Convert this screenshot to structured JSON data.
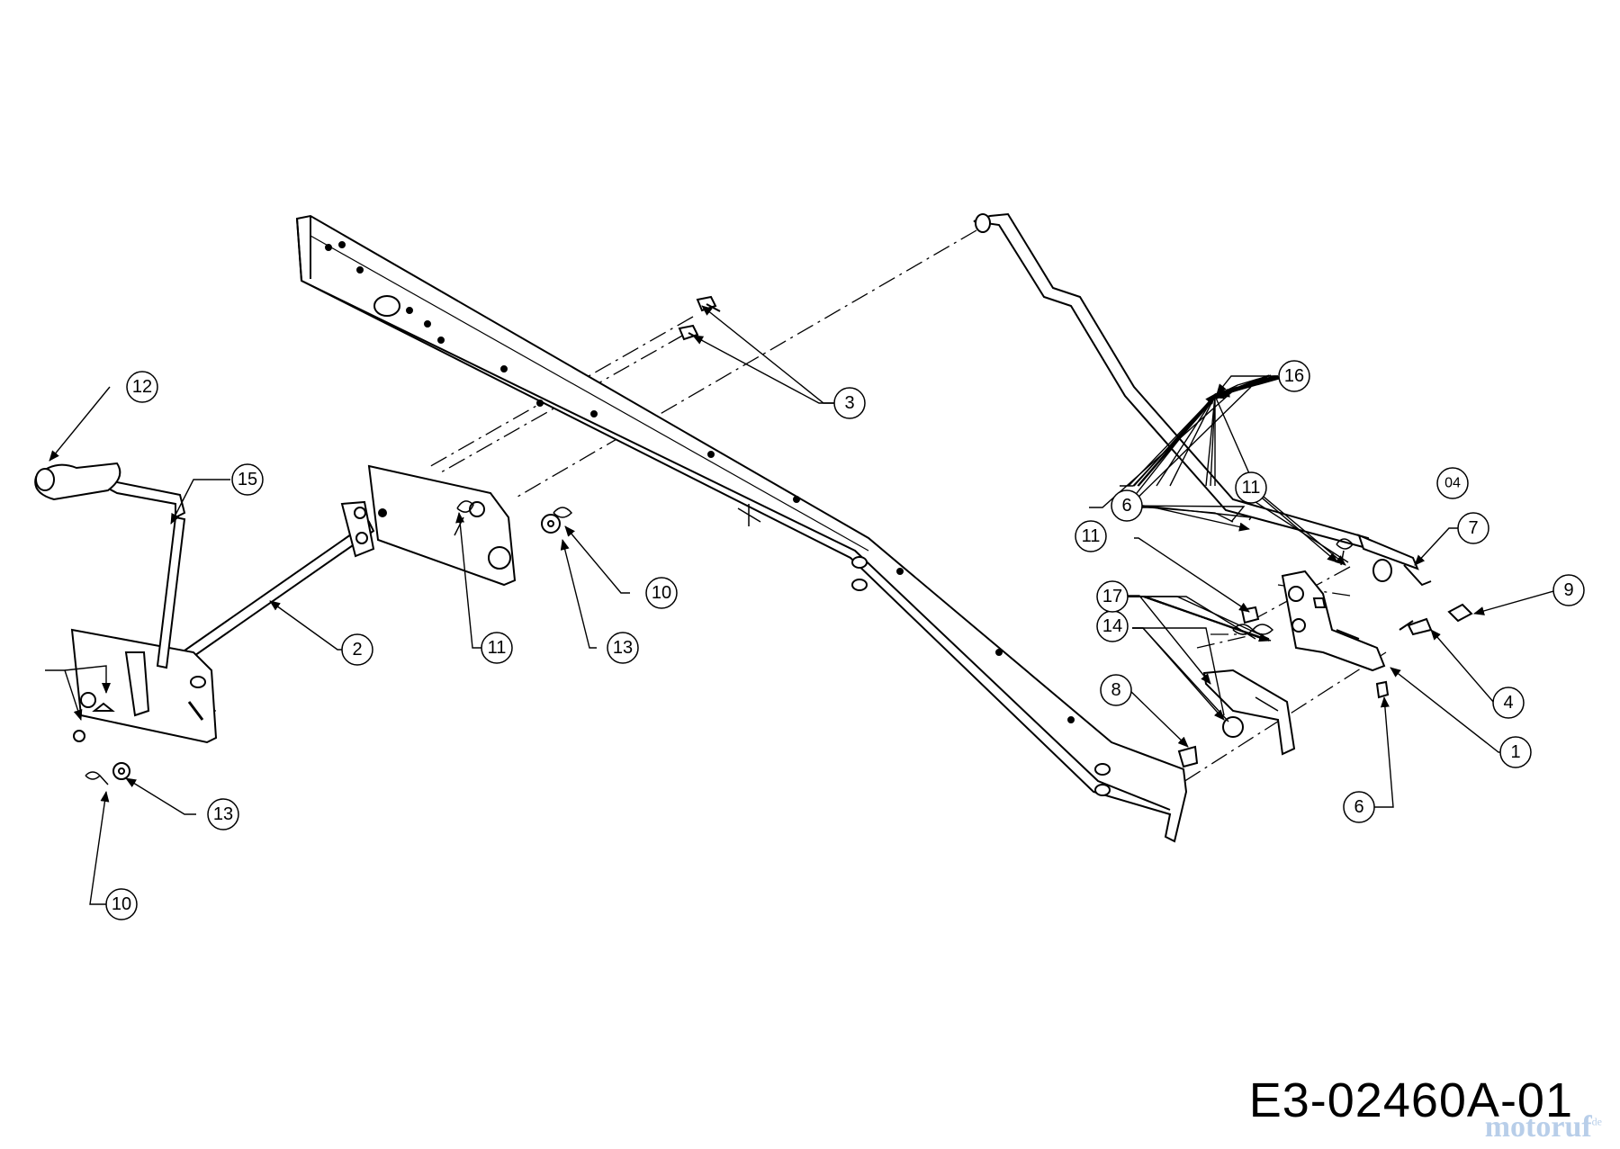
{
  "diagram": {
    "drawing_code": "E3-02460A-01",
    "watermark": "motoruf",
    "watermark_suffix": "de",
    "callouts": [
      {
        "id": "c1",
        "label": "1"
      },
      {
        "id": "c2",
        "label": "2"
      },
      {
        "id": "c3",
        "label": "3"
      },
      {
        "id": "c4",
        "label": "4"
      },
      {
        "id": "c6a",
        "label": "6"
      },
      {
        "id": "c6b",
        "label": "6"
      },
      {
        "id": "c7",
        "label": "7"
      },
      {
        "id": "c8",
        "label": "8"
      },
      {
        "id": "c9",
        "label": "9"
      },
      {
        "id": "c10a",
        "label": "10"
      },
      {
        "id": "c10b",
        "label": "10"
      },
      {
        "id": "c11a",
        "label": "11"
      },
      {
        "id": "c11b",
        "label": "11"
      },
      {
        "id": "c11c",
        "label": "11"
      },
      {
        "id": "c12",
        "label": "12"
      },
      {
        "id": "c13a",
        "label": "13"
      },
      {
        "id": "c13b",
        "label": "13"
      },
      {
        "id": "c14",
        "label": "14"
      },
      {
        "id": "c15",
        "label": "15"
      },
      {
        "id": "c16",
        "label": "16"
      },
      {
        "id": "c17",
        "label": "17"
      },
      {
        "id": "c04",
        "label": "04"
      }
    ]
  }
}
